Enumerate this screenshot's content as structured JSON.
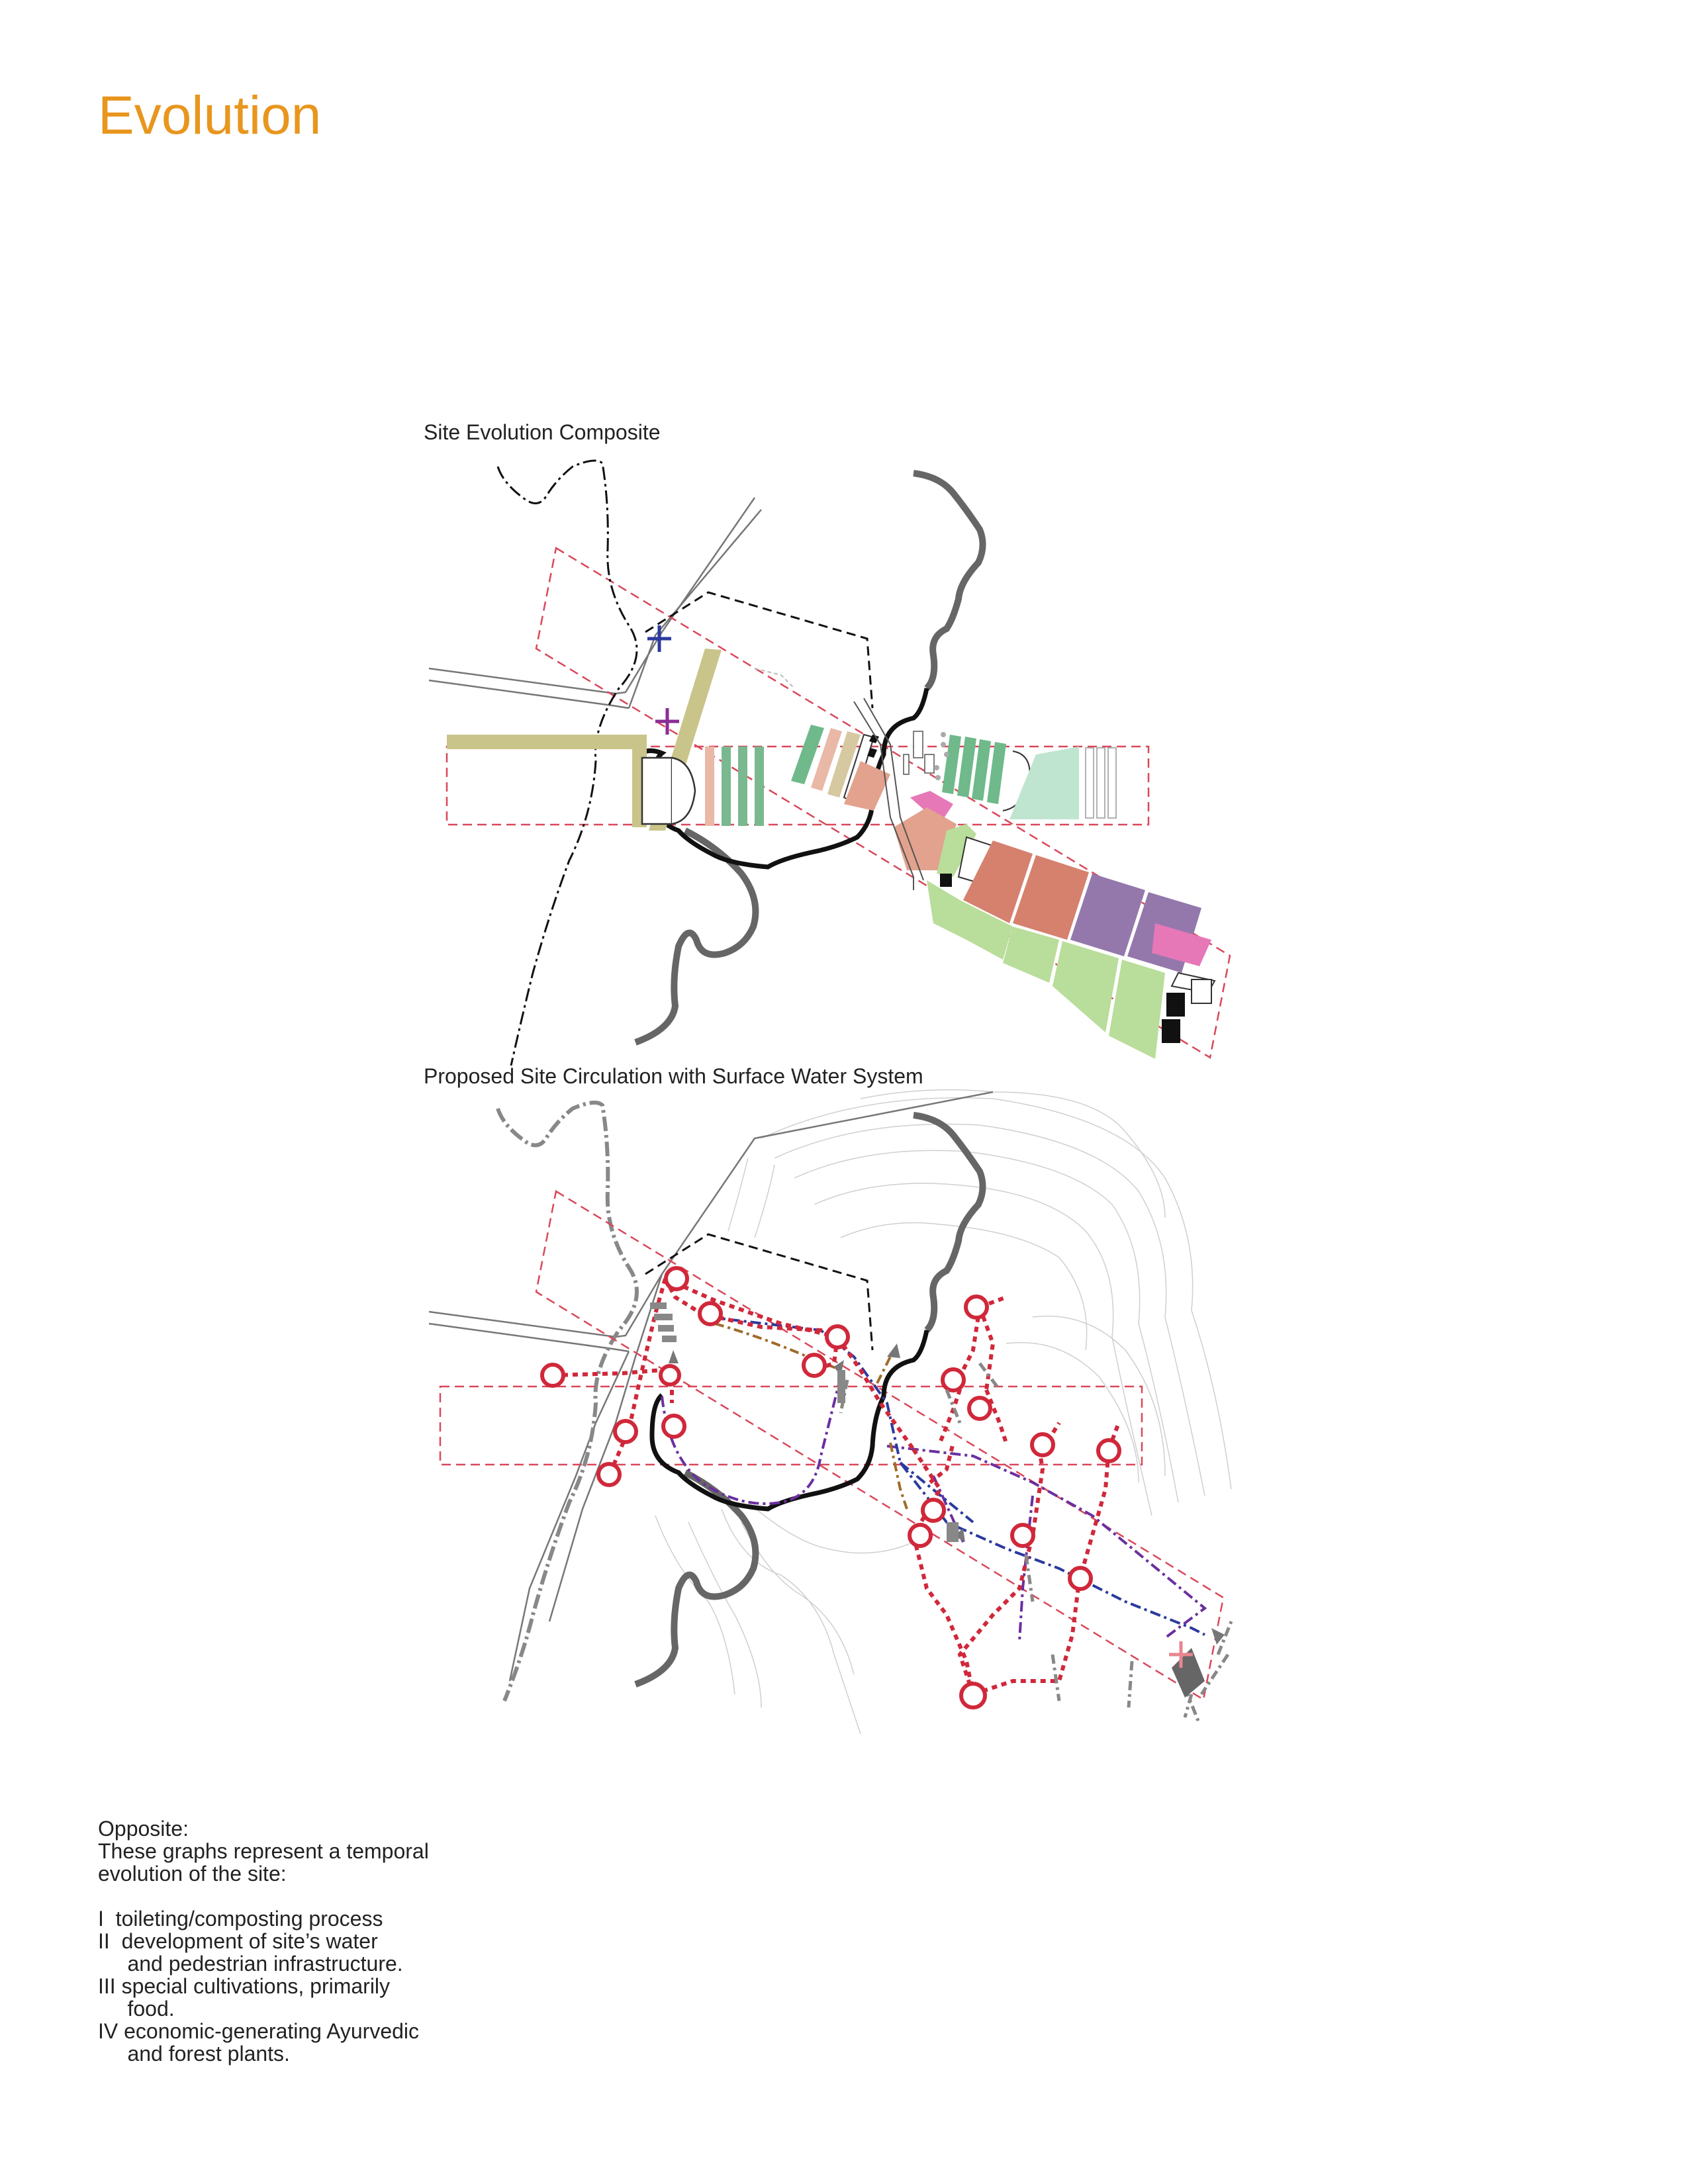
{
  "page": {
    "title": "Evolution",
    "title_color": "#e8961e"
  },
  "figures": {
    "composite": {
      "title": "Site Evolution Composite"
    },
    "circulation": {
      "title": "Proposed Site Circulation with Surface Water System"
    }
  },
  "caption": {
    "heading": "Opposite:",
    "intro_1": "These graphs represent a temporal",
    "intro_2": "evolution of the site:",
    "items": [
      {
        "numeral": "I",
        "line1": "I  toileting/composting process",
        "line2": ""
      },
      {
        "numeral": "II",
        "line1": "II  development of site’s water",
        "line2": "     and pedestrian infrastructure."
      },
      {
        "numeral": "III",
        "line1": "III special cultivations, primarily",
        "line2": "     food."
      },
      {
        "numeral": "IV",
        "line1": "IV economic-generating Ayurvedic",
        "line2": "     and forest plants."
      }
    ]
  },
  "colors": {
    "accent": "#e8961e",
    "water_node": "#d0283a",
    "route_purple": "#6a2fa0",
    "route_blue": "#2b3a9e",
    "route_brown": "#a06b2a",
    "salmon": "#d6806e",
    "violet": "#9478ac",
    "green": "#6fb98a",
    "lightgreen": "#b9dd9a",
    "olive": "#c9c48a",
    "pink": "#e678b8",
    "mint": "#bfe5d0"
  },
  "legend_icons": [
    "cross-marker-icon",
    "water-node-icon",
    "arrow-icon"
  ]
}
